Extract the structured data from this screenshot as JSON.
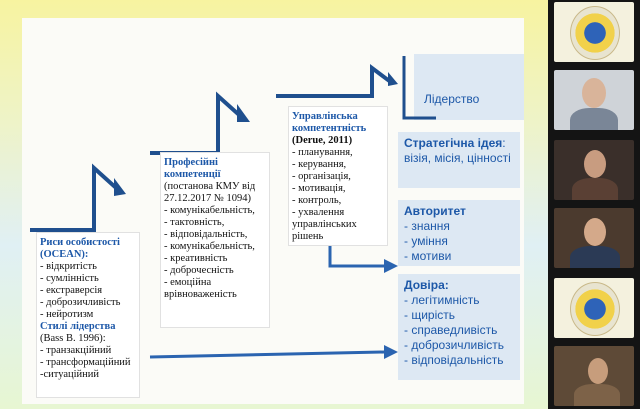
{
  "slide": {
    "leadership_title": "Лідерство",
    "box1": {
      "title1": "Риси особистості (OCEAN):",
      "items1": [
        "- відкритість",
        "- сумлінність",
        "- екстраверсія",
        "- доброзичливість",
        "- нейротизм"
      ],
      "title2": "Стилі лідерства",
      "subtitle2": "(Bass B. 1996):",
      "items2": [
        "- транзакційний",
        "- трансформаційний",
        "-ситуаційний"
      ]
    },
    "box2": {
      "title": "Професійні компетенції",
      "subtitle": "(постанова КМУ від 27.12.2017 № 1094)",
      "items": [
        "- комунікабельність,",
        "- тактовність,",
        "- відповідальність,",
        "- комунікабельність,",
        "- креативність",
        "- доброчесність",
        "- емоційна врівноваженість"
      ]
    },
    "box3": {
      "title": "Управлінська компетентність",
      "subtitle": "(Derue, 2011)",
      "items": [
        "- планування,",
        "- керування,",
        "- організація,",
        "- мотивація,",
        "- контроль,",
        "- ухвалення управлінських рішень"
      ]
    },
    "vision": {
      "heading": "Стратегічна ідея",
      "rest": ": візія, місія, цінності"
    },
    "authority": {
      "heading": "Авторитет",
      "items": [
        "- знання",
        "- уміння",
        "- мотиви"
      ]
    },
    "trust": {
      "heading": "Довіра:",
      "items": [
        "- легітимність",
        "- щирість",
        "- справедливість",
        "- доброзичливість",
        "- відповідальність"
      ]
    }
  },
  "colors": {
    "accent": "#1d58a8",
    "box_fill": "#dde8f3",
    "stair": "#1f4f8e"
  },
  "participants": [
    {
      "kind": "logo",
      "icon": "university-emblem-icon"
    },
    {
      "kind": "video"
    },
    {
      "kind": "video"
    },
    {
      "kind": "video"
    },
    {
      "kind": "logo",
      "icon": "university-emblem-icon"
    },
    {
      "kind": "video"
    }
  ]
}
